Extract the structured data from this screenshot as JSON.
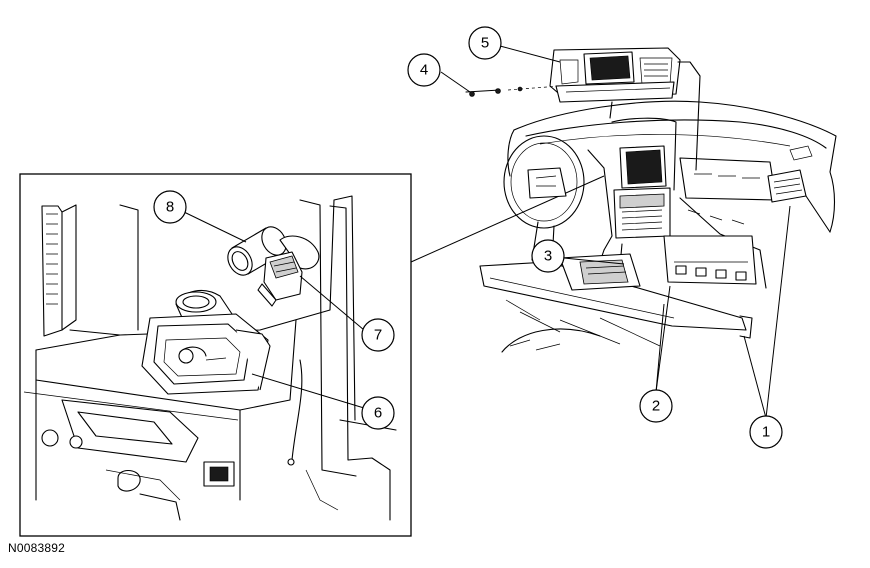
{
  "figure_id": "N0083892",
  "callouts": [
    {
      "label": "1"
    },
    {
      "label": "2"
    },
    {
      "label": "3"
    },
    {
      "label": "4"
    },
    {
      "label": "5"
    },
    {
      "label": "6"
    },
    {
      "label": "7"
    },
    {
      "label": "8"
    }
  ],
  "colors": {
    "ink": "#000000",
    "background": "#ffffff"
  }
}
